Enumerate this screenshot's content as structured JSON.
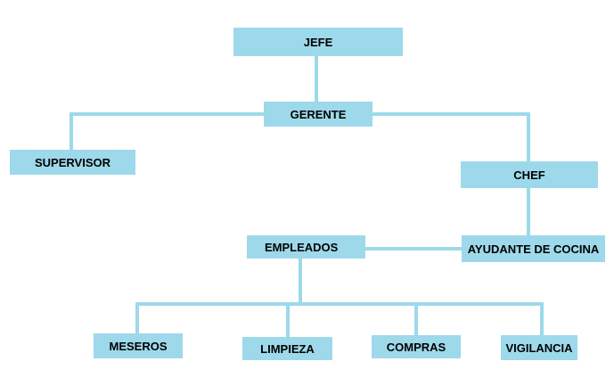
{
  "colors": {
    "box_fill": "#9dd9ea",
    "connector": "#9dd9ea",
    "text": "#000000"
  },
  "nodes": {
    "jefe": "JEFE",
    "gerente": "GERENTE",
    "supervisor": "SUPERVISOR",
    "chef": "CHEF",
    "ayudante": "AYUDANTE DE COCINA",
    "empleados": "EMPLEADOS",
    "meseros": "MESEROS",
    "limpieza": "LIMPIEZA",
    "compras": "COMPRAS",
    "vigilancia": "VIGILANCIA"
  }
}
